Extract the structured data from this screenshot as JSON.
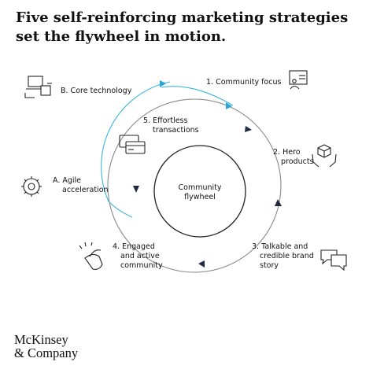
{
  "header": {
    "title": "Five self-reinforcing marketing strategies set the flywheel in motion."
  },
  "diagram": {
    "center": {
      "line1": "Community",
      "line2": "flywheel"
    },
    "steps": [
      {
        "id": "community-focus",
        "line1": "1. Community focus",
        "line2": "",
        "icon": "presentation-icon"
      },
      {
        "id": "hero-products",
        "line1": "2. Hero",
        "line2": "products",
        "icon": "hands-cube-icon"
      },
      {
        "id": "talkable-story",
        "line1": "3. Talkable and",
        "line2": "credible brand",
        "line3": "story",
        "icon": "chat-bubbles-icon"
      },
      {
        "id": "engaged-community",
        "line1": "4. Engaged",
        "line2": "and active",
        "line3": "community",
        "icon": "clapping-hands-icon"
      },
      {
        "id": "effortless-transactions",
        "line1": "5. Effortless",
        "line2": "transactions",
        "icon": "cards-icon"
      }
    ],
    "enablers": [
      {
        "id": "core-technology",
        "line1": "B. Core technology",
        "line2": "",
        "icon": "devices-icon"
      },
      {
        "id": "agile-acceleration",
        "line1": "A. Agile",
        "line2": "acceleration",
        "icon": "gear-icon"
      }
    ],
    "colors": {
      "inner_cycle": "#333333",
      "outer_cycle": "#3ab4e0",
      "arrow_inner": "#1f2a44",
      "arrow_outer": "#2aa8dc"
    }
  },
  "footer": {
    "logo_line1": "McKinsey",
    "logo_line2": "& Company"
  }
}
